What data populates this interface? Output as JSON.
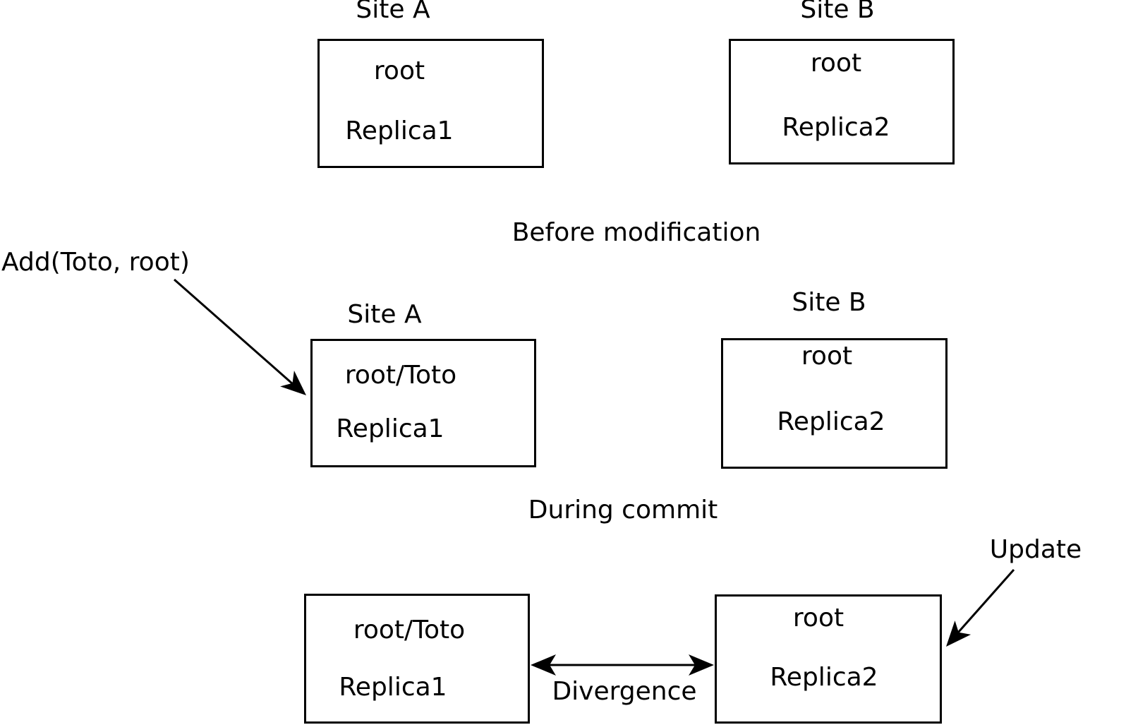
{
  "diagram": {
    "background": "#ffffff",
    "line_color": "#000000",
    "stage1": {
      "caption": "Before modification",
      "site_a": {
        "title": "Site A",
        "content": "root",
        "replica": "Replica1"
      },
      "site_b": {
        "title": "Site B",
        "content": "root",
        "replica": "Replica2"
      }
    },
    "stage2": {
      "caption": "During commit",
      "operation_label": "Add(Toto, root)",
      "site_a": {
        "title": "Site A",
        "content": "root/Toto",
        "replica": "Replica1"
      },
      "site_b": {
        "title": "Site B",
        "content": "root",
        "replica": "Replica2"
      }
    },
    "stage3": {
      "divergence_label": "Divergence",
      "update_label": "Update",
      "site_a": {
        "content": "root/Toto",
        "replica": "Replica1"
      },
      "site_b": {
        "content": "root",
        "replica": "Replica2"
      }
    }
  }
}
